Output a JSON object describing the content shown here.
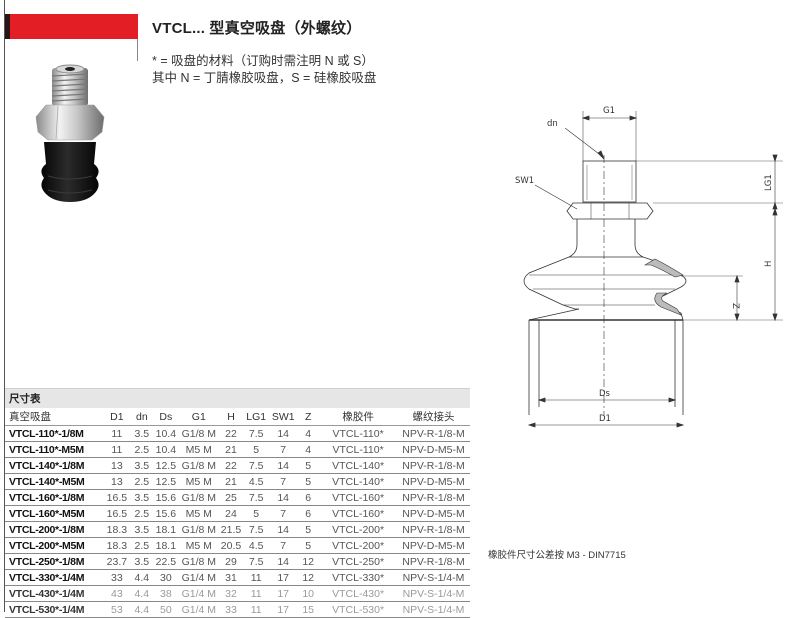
{
  "header": {
    "title": "VTCL... 型真空吸盘（外螺纹）",
    "note_line1": "* = 吸盘的材料（订购时需注明 N 或 S）",
    "note_line2": "其中 N = 丁腈橡胶吸盘，S = 硅橡胶吸盘",
    "accent_color": "#e31e24"
  },
  "product_image": {
    "icon": "vacuum-suction-cup-photo",
    "description": "stainless threaded fitting with black rubber bellows cup"
  },
  "drawing": {
    "labels": {
      "g1": "G1",
      "dn": "dn",
      "sw1": "SW1",
      "lg1": "LG1",
      "h": "H",
      "z": "Z",
      "ds": "Ds",
      "d1": "D1"
    }
  },
  "table": {
    "caption": "尺寸表",
    "columns": [
      "真空吸盘",
      "D1",
      "dn",
      "Ds",
      "G1",
      "H",
      "LG1",
      "SW1",
      "Z",
      "橡胶件",
      "螺纹接头"
    ],
    "rows": [
      [
        "VTCL-110*-1/8M",
        "11",
        "3.5",
        "10.4",
        "G1/8 M",
        "22",
        "7.5",
        "14",
        "4",
        "VTCL-110*",
        "NPV-R-1/8-M"
      ],
      [
        "VTCL-110*-M5M",
        "11",
        "2.5",
        "10.4",
        "M5 M",
        "21",
        "5",
        "7",
        "4",
        "VTCL-110*",
        "NPV-D-M5-M"
      ],
      [
        "VTCL-140*-1/8M",
        "13",
        "3.5",
        "12.5",
        "G1/8 M",
        "22",
        "7.5",
        "14",
        "5",
        "VTCL-140*",
        "NPV-R-1/8-M"
      ],
      [
        "VTCL-140*-M5M",
        "13",
        "2.5",
        "12.5",
        "M5 M",
        "21",
        "4.5",
        "7",
        "5",
        "VTCL-140*",
        "NPV-D-M5-M"
      ],
      [
        "VTCL-160*-1/8M",
        "16.5",
        "3.5",
        "15.6",
        "G1/8 M",
        "25",
        "7.5",
        "14",
        "6",
        "VTCL-160*",
        "NPV-R-1/8-M"
      ],
      [
        "VTCL-160*-M5M",
        "16.5",
        "2.5",
        "15.6",
        "M5 M",
        "24",
        "5",
        "7",
        "6",
        "VTCL-160*",
        "NPV-D-M5-M"
      ],
      [
        "VTCL-200*-1/8M",
        "18.3",
        "3.5",
        "18.1",
        "G1/8 M",
        "21.5",
        "7.5",
        "14",
        "5",
        "VTCL-200*",
        "NPV-R-1/8-M"
      ],
      [
        "VTCL-200*-M5M",
        "18.3",
        "2.5",
        "18.1",
        "M5 M",
        "20.5",
        "4.5",
        "7",
        "5",
        "VTCL-200*",
        "NPV-D-M5-M"
      ],
      [
        "VTCL-250*-1/8M",
        "23.7",
        "3.5",
        "22.5",
        "G1/8 M",
        "29",
        "7.5",
        "14",
        "12",
        "VTCL-250*",
        "NPV-R-1/8-M"
      ],
      [
        "VTCL-330*-1/4M",
        "33",
        "4.4",
        "30",
        "G1/4 M",
        "31",
        "11",
        "17",
        "12",
        "VTCL-330*",
        "NPV-S-1/4-M"
      ],
      [
        "VTCL-430*-1/4M",
        "43",
        "4.4",
        "38",
        "G1/4 M",
        "32",
        "11",
        "17",
        "10",
        "VTCL-430*",
        "NPV-S-1/4-M"
      ],
      [
        "VTCL-530*-1/4M",
        "53",
        "4.4",
        "50",
        "G1/4 M",
        "33",
        "11",
        "17",
        "15",
        "VTCL-530*",
        "NPV-S-1/4-M"
      ]
    ]
  },
  "footnote": {
    "tolerance": "橡胶件尺寸公差按 M3 - DIN7715"
  }
}
